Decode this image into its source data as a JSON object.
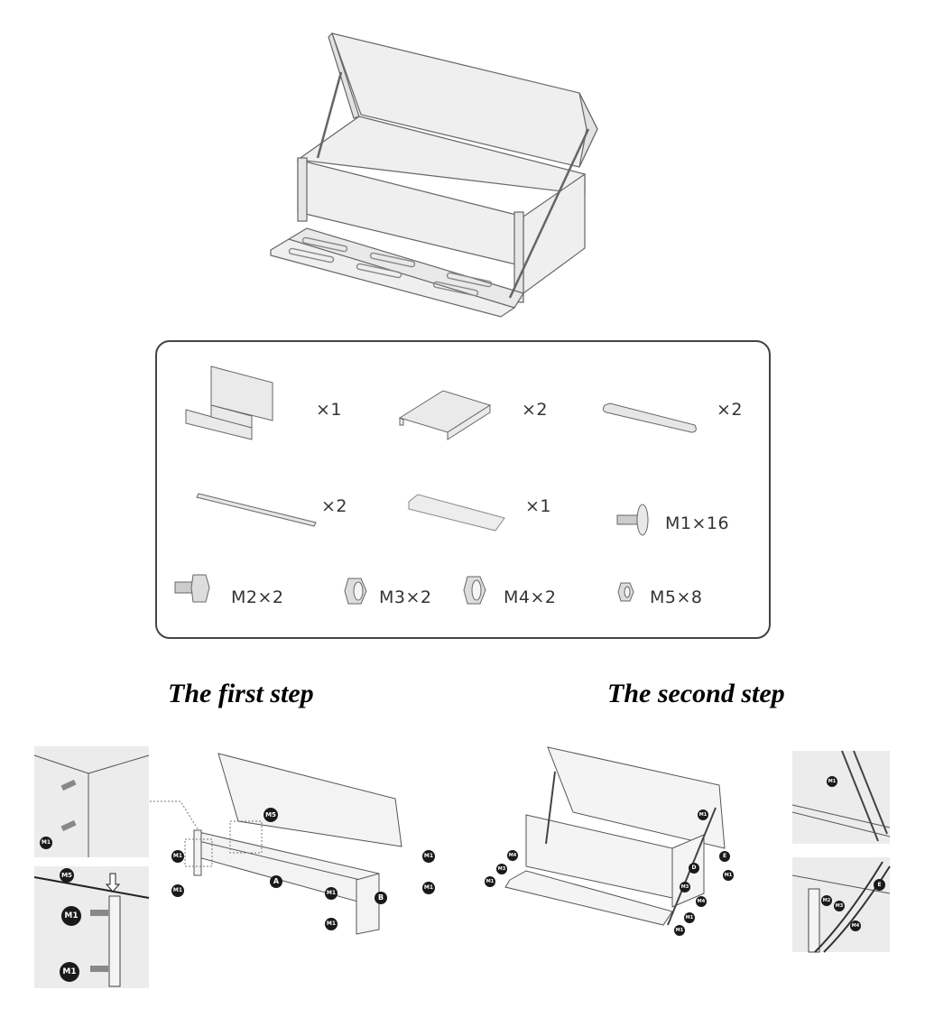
{
  "hero": {
    "label": "Assembled automatic feeder illustration"
  },
  "parts": [
    {
      "name": "hopper-body",
      "qty": "×1"
    },
    {
      "name": "side-panel",
      "qty": "×2"
    },
    {
      "name": "lever-arm",
      "qty": "×2"
    },
    {
      "name": "link-rod",
      "qty": "×2"
    },
    {
      "name": "treadle-plate",
      "qty": "×1"
    },
    {
      "name": "screw-M1",
      "qty": "M1×16"
    },
    {
      "name": "bolt-M2",
      "qty": "M2×2"
    },
    {
      "name": "nut-M3",
      "qty": "M3×2"
    },
    {
      "name": "nut-M4",
      "qty": "M4×2"
    },
    {
      "name": "nut-M5",
      "qty": "M5×8"
    }
  ],
  "steps": {
    "first": {
      "title": "The first step",
      "labels": {
        "m1": "M1",
        "m5": "M5",
        "a": "A",
        "b": "B"
      }
    },
    "second": {
      "title": "The second step",
      "labels": {
        "m1": "M1",
        "m2": "M2",
        "m3": "M3",
        "m4": "M4",
        "d": "D",
        "e": "E"
      }
    }
  },
  "colors": {
    "line": "#555555",
    "fill": "#ececec",
    "tag": "#1a1a1a",
    "border": "#444444"
  }
}
